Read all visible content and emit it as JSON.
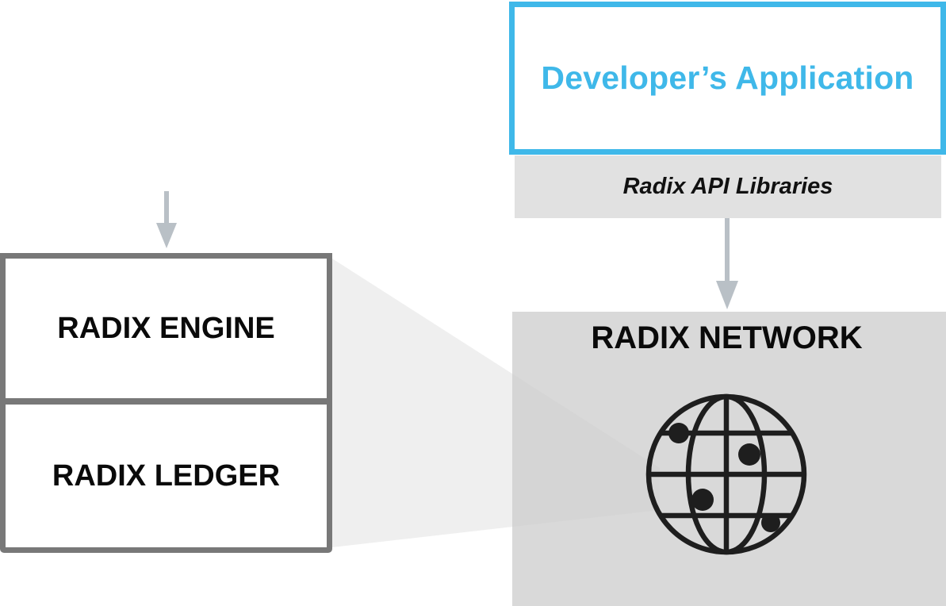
{
  "application": {
    "title": "Developer’s Application",
    "accent_color": "#3fb8e9"
  },
  "api_libraries": {
    "label": "Radix API Libraries"
  },
  "network": {
    "title": "RADIX NETWORK",
    "icon": "globe-network-icon"
  },
  "stack": {
    "engine_label": "RADIX ENGINE",
    "ledger_label": "RADIX LEDGER"
  },
  "colors": {
    "arrow": "#b9c0c6",
    "stack_border": "#787878",
    "network_bg": "#d9d9d9",
    "api_bg": "#e1e1e1"
  }
}
